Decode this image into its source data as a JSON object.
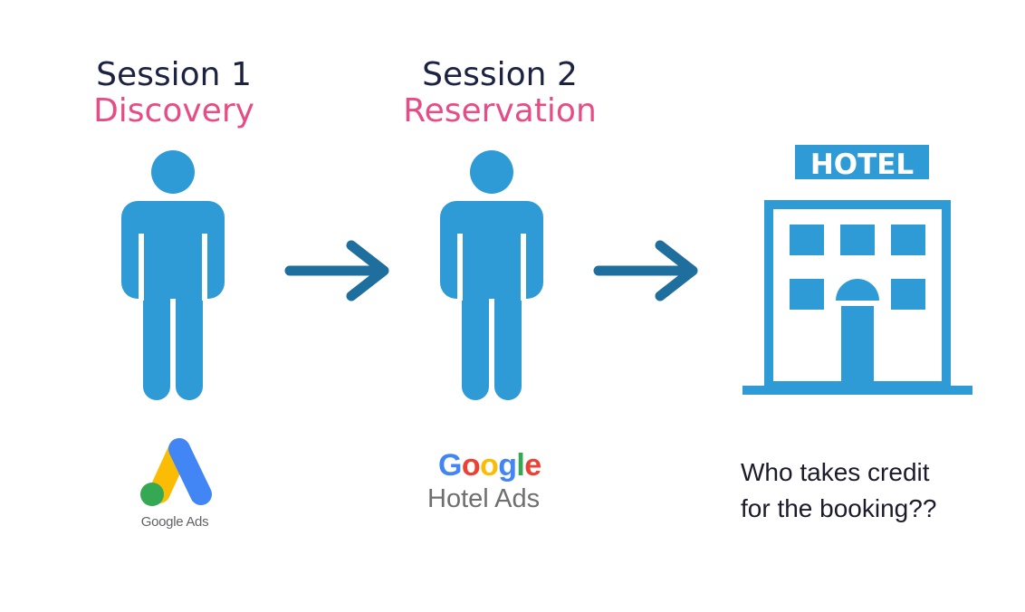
{
  "sessions": [
    {
      "number_label": "Session 1",
      "stage_label": "Discovery"
    },
    {
      "number_label": "Session 2",
      "stage_label": "Reservation"
    }
  ],
  "hotel": {
    "sign": "HOTEL"
  },
  "channels": {
    "google_ads": {
      "label": "Google Ads"
    },
    "google_hotel_ads": {
      "letters": [
        "G",
        "o",
        "o",
        "g",
        "l",
        "e"
      ],
      "subtitle": "Hotel Ads"
    }
  },
  "question": {
    "line1": "Who takes credit",
    "line2": "for the booking??"
  },
  "colors": {
    "figure_blue": "#2e9bd6",
    "arrow_blue": "#1f6f9e",
    "stage_pink": "#e64d86",
    "heading_dark": "#1c2342"
  },
  "icons": [
    "person-icon",
    "arrow-right-icon",
    "hotel-building-icon",
    "google-ads-logo"
  ]
}
